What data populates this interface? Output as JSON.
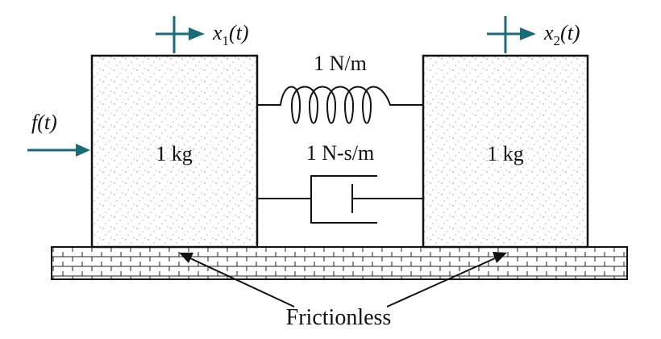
{
  "mass1": {
    "label": "1 kg"
  },
  "mass2": {
    "label": "1 kg"
  },
  "spring": {
    "label": "1 N/m"
  },
  "damper": {
    "label": "1 N-s/m"
  },
  "force": {
    "label": "f(t)"
  },
  "x1": {
    "symbol": "x",
    "subscript": "1",
    "suffix": "(t)"
  },
  "x2": {
    "symbol": "x",
    "subscript": "2",
    "suffix": "(t)"
  },
  "ground": {
    "label": "Frictionless"
  },
  "colors": {
    "arrow": "#1a6b78",
    "line": "#111111",
    "stipple": "#555555"
  }
}
